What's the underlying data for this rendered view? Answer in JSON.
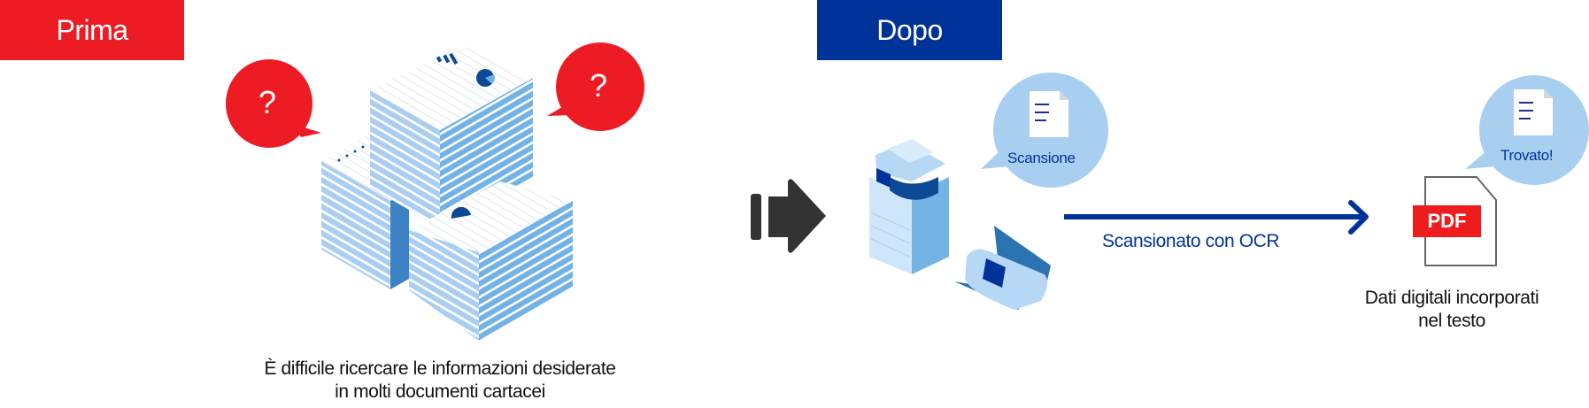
{
  "before": {
    "label": "Prima",
    "question_mark": "?",
    "caption_line1": "È difficile ricercare le informazioni desiderate",
    "caption_line2": "in molti documenti cartacei",
    "color": "#ed1c24"
  },
  "after": {
    "label": "Dopo",
    "scan_bubble": "Scansione",
    "arrow_label": "Scansionato con OCR",
    "found_bubble": "Trovato!",
    "pdf_label": "PDF",
    "caption_line1": "Dati digitali incorporati",
    "caption_line2": "nel testo",
    "color": "#003399"
  }
}
